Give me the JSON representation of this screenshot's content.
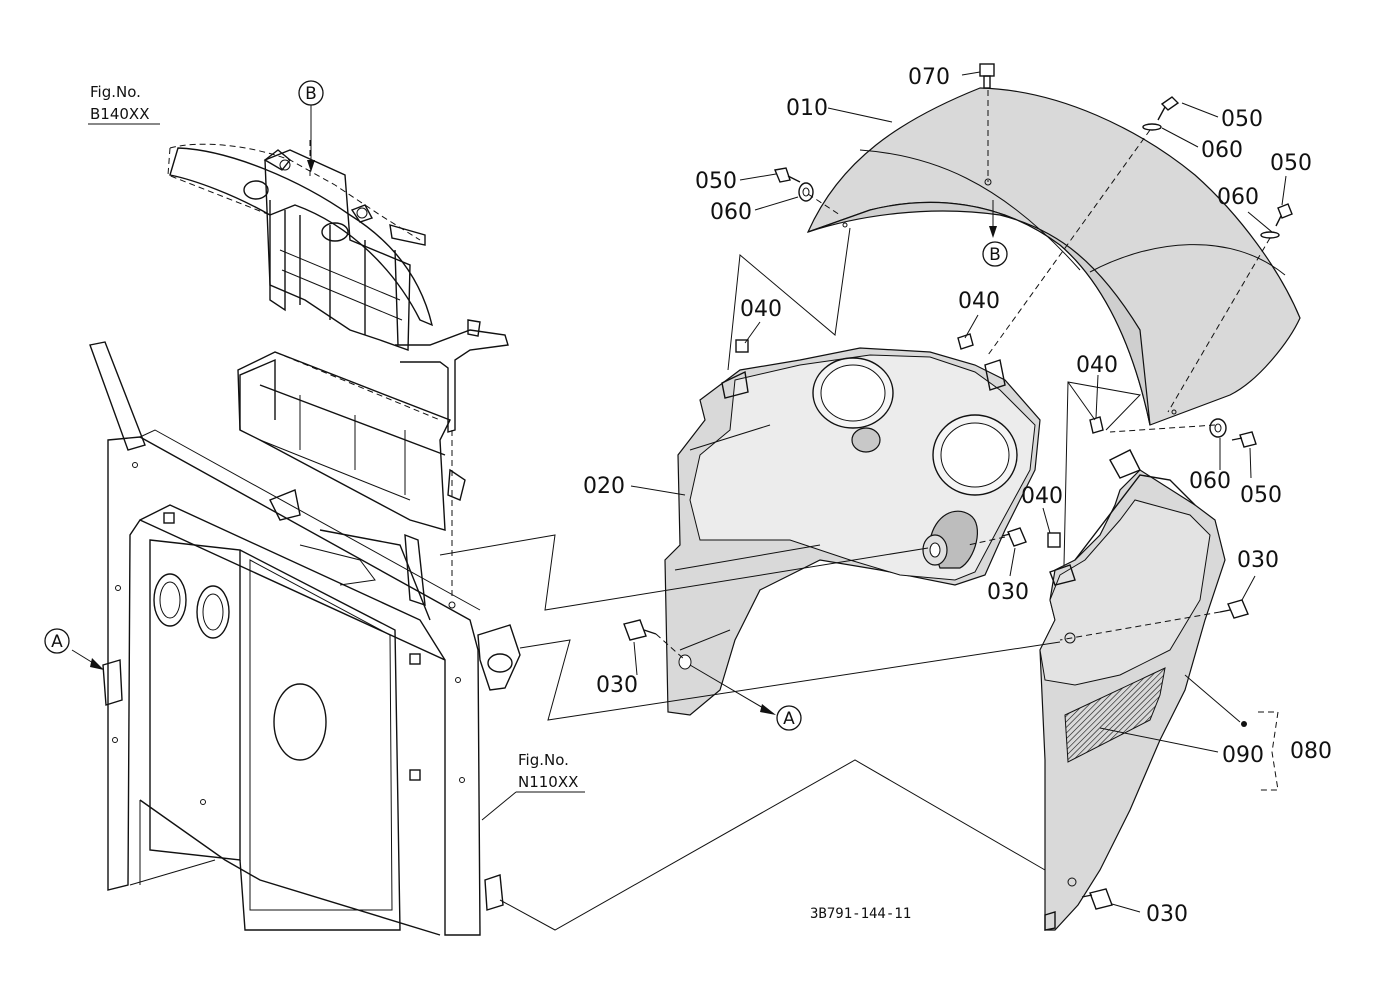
{
  "fig_refs": [
    {
      "line1": "Fig.No.",
      "line2": "B140XX"
    },
    {
      "line1": "Fig.No.",
      "line2": "N110XX"
    }
  ],
  "callouts": {
    "p070": "070",
    "p010": "010",
    "p050a": "050",
    "p060a": "060",
    "p050b": "050",
    "p060b": "060",
    "p050c": "050",
    "p060c": "060",
    "p040a": "040",
    "p040b": "040",
    "p040c": "040",
    "p040d": "040",
    "p020": "020",
    "p060d": "060",
    "p050d": "050",
    "p030a": "030",
    "p030b": "030",
    "p030c": "030",
    "p030d": "030",
    "p090": "090",
    "p080": "080"
  },
  "ref_markers": {
    "a_left": "A",
    "a_mid": "A",
    "b_top": "B",
    "b_mid": "B"
  },
  "drawing_code": "3B791-144-11"
}
